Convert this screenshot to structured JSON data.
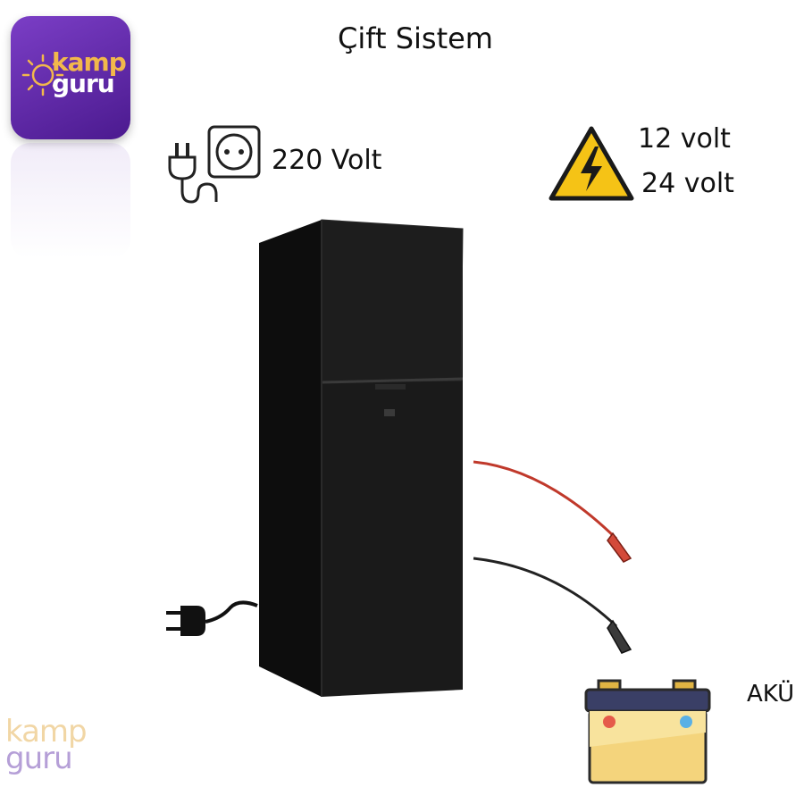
{
  "title": "Çift Sistem",
  "logo": {
    "word_top": "kamp",
    "word_bottom": "guru"
  },
  "watermark": {
    "word_top": "kamp",
    "word_bottom": "guru"
  },
  "mains": {
    "label": "220 Volt"
  },
  "dc": {
    "line1": "12 volt",
    "line2": "24 volt"
  },
  "battery": {
    "label": "AKÜ"
  },
  "icons": {
    "plug_socket": "plug-socket-icon",
    "warning": "high-voltage-warning-icon",
    "battery": "car-battery-icon",
    "plug": "power-plug-icon"
  },
  "colors": {
    "logo_purple": "#5a22a3",
    "logo_orange": "#f2b84b",
    "fridge": "#141414",
    "warning_yellow": "#f5c316",
    "battery_body": "#f4d47c",
    "cable_red": "#c0392b",
    "cable_black": "#222222"
  }
}
